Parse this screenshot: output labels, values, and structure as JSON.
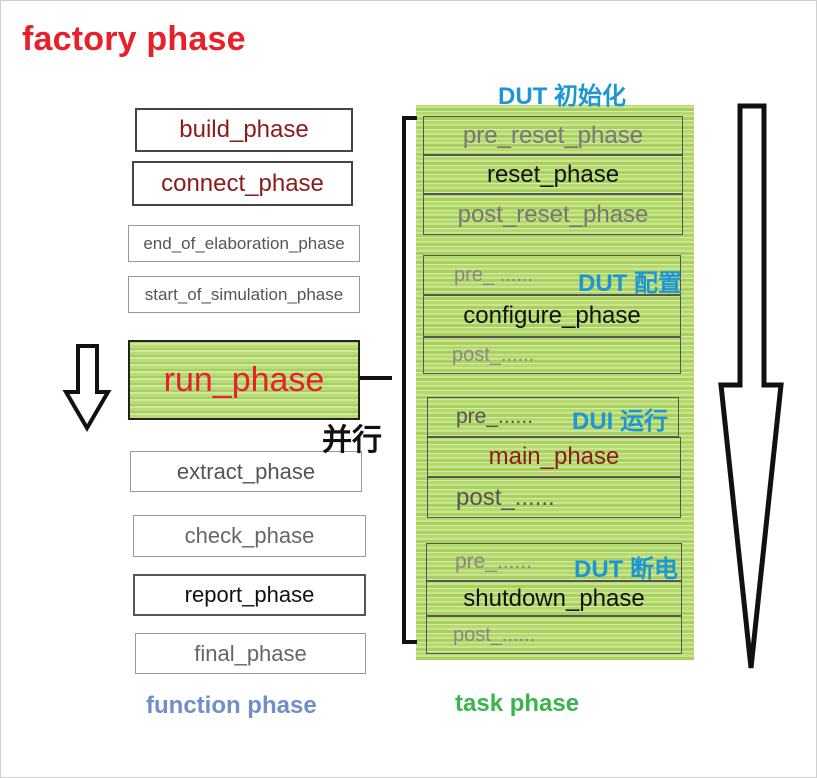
{
  "title": "factory phase",
  "function_phases": [
    {
      "label": "build_phase",
      "color": "#8b1a1a"
    },
    {
      "label": "connect_phase",
      "color": "#8b1a1a"
    },
    {
      "label": "end_of_elaboration_phase",
      "color": "#555555"
    },
    {
      "label": "start_of_simulation_phase",
      "color": "#555555"
    },
    {
      "label": "run_phase",
      "color": "#e8202a"
    },
    {
      "label": "extract_phase",
      "color": "#555555"
    },
    {
      "label": "check_phase",
      "color": "#666666"
    },
    {
      "label": "report_phase",
      "color": "#111111"
    },
    {
      "label": "final_phase",
      "color": "#666666"
    }
  ],
  "parallel_label": "并行",
  "task_groups": [
    {
      "label": "DUT 初始化",
      "rows": [
        "pre_reset_phase",
        "reset_phase",
        "post_reset_phase"
      ]
    },
    {
      "label": "DUT 配置",
      "rows": [
        "pre_ ......",
        "configure_phase",
        "post_......"
      ]
    },
    {
      "label": "DUI 运行",
      "rows": [
        "pre_......",
        "main_phase",
        "post_......"
      ]
    },
    {
      "label": "DUT 断电",
      "rows": [
        "pre_......",
        "shutdown_phase",
        "post_......"
      ]
    }
  ],
  "footer": {
    "function_label": "function phase",
    "task_label": "task phase"
  },
  "colors": {
    "title": "#e8202a",
    "group_label": "#1e96d6",
    "function_footer": "#6f8fc6",
    "task_footer": "#39b54a"
  }
}
